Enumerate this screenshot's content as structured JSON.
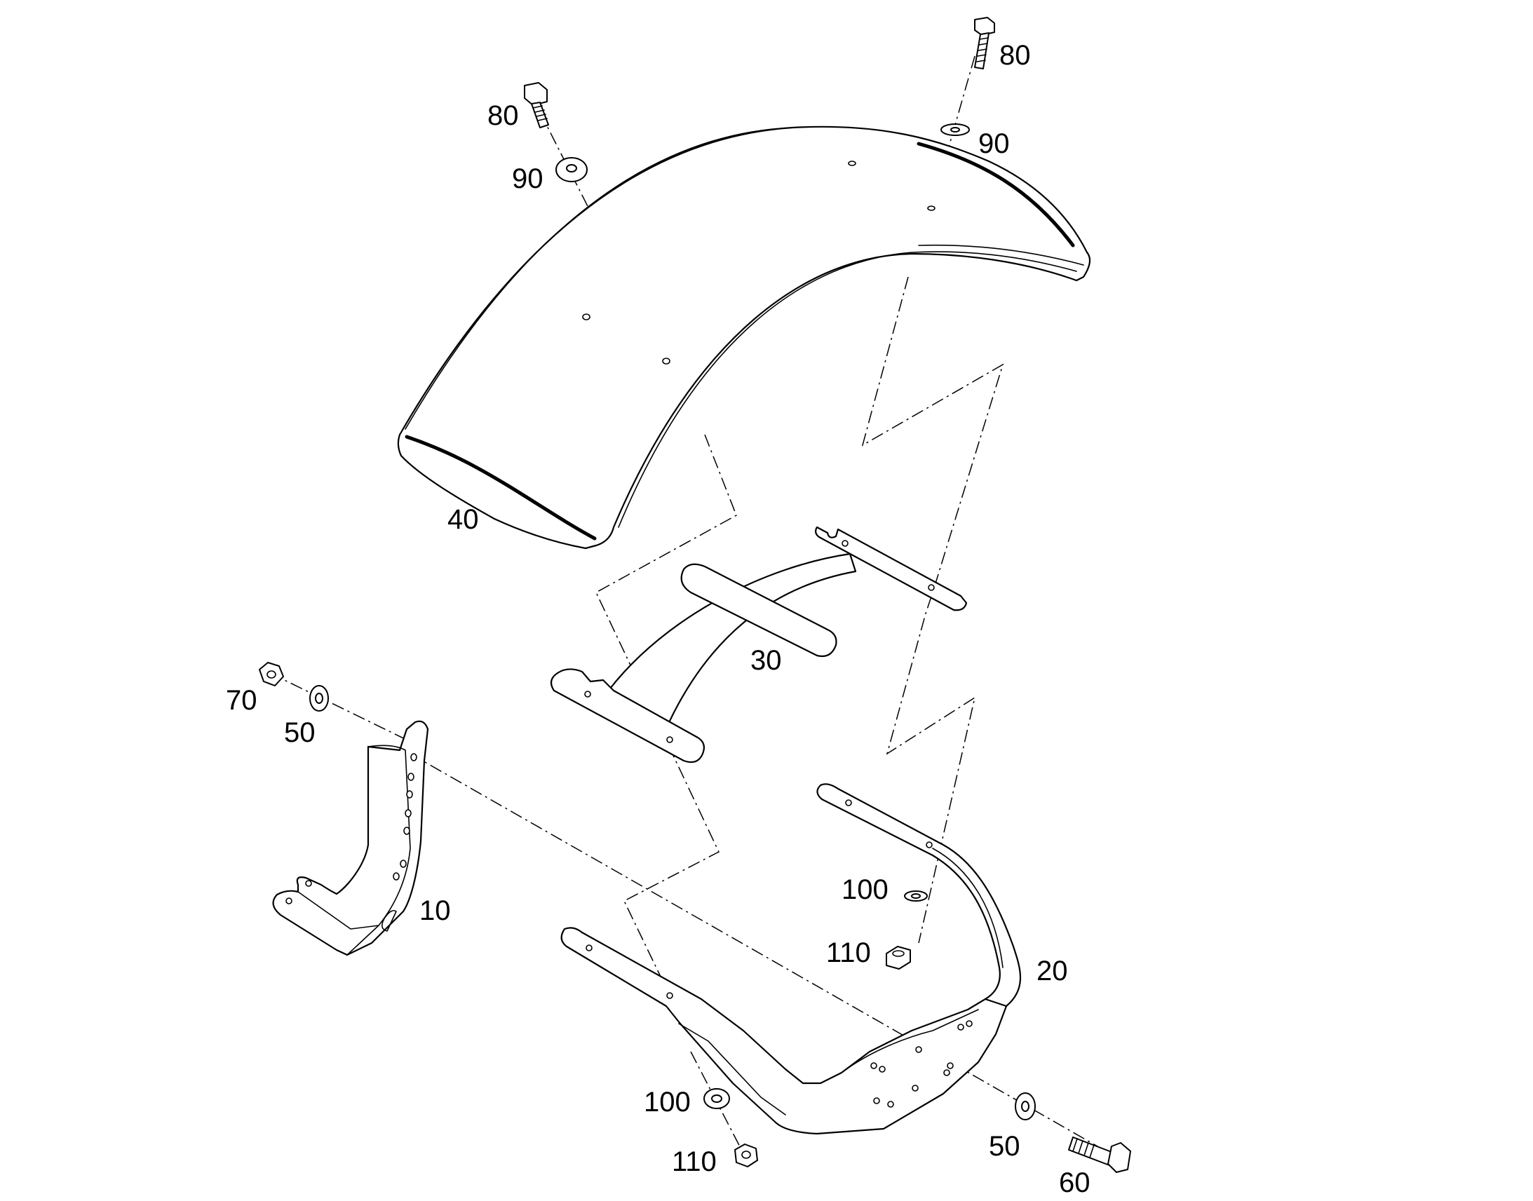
{
  "labels": {
    "bolt_top_right": "80",
    "bolt_top_left": "80",
    "washer_top_right": "90",
    "washer_top_left": "90",
    "fender": "40",
    "support_bracket": "30",
    "nut_left": "70",
    "washer_left": "50",
    "mount_bracket": "10",
    "washer_lock_upper": "100",
    "nut_upper": "110",
    "lower_bracket": "20",
    "washer_lock_lower": "100",
    "nut_lower": "110",
    "washer_right": "50",
    "bolt_right": "60"
  },
  "colors": {
    "line": "#000000",
    "background": "#ffffff"
  }
}
